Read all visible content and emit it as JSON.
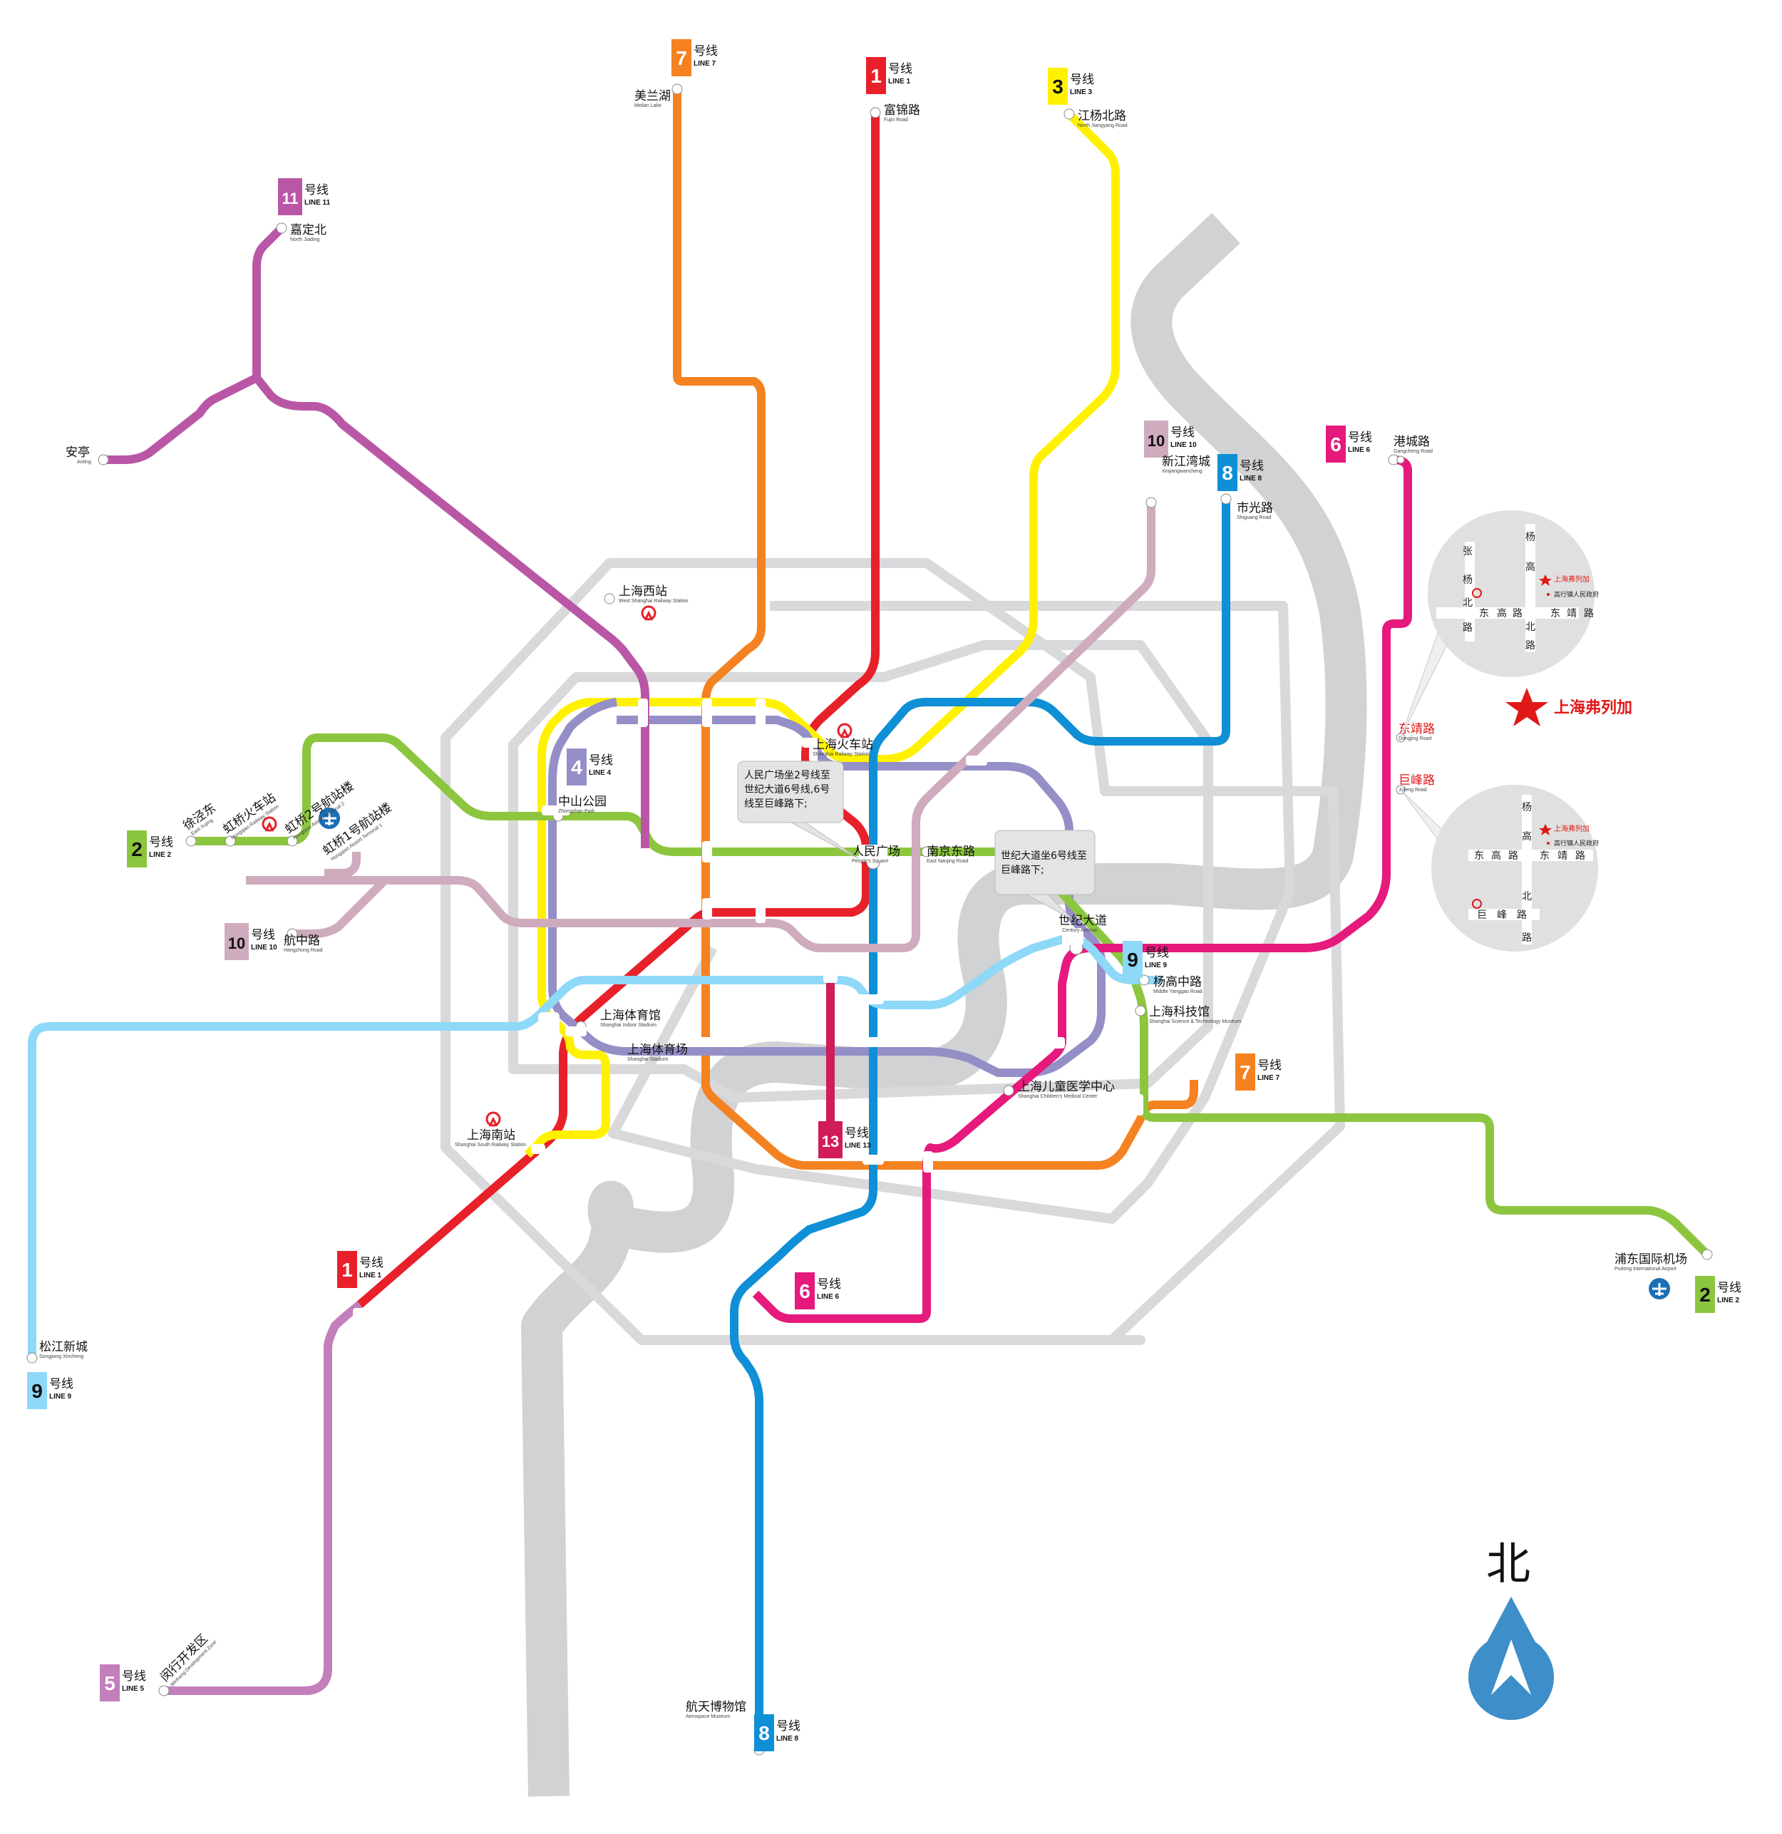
{
  "legend_colors": {
    "line1": "#e8202a",
    "line2": "#8cc63f",
    "line3": "#fff100",
    "line4": "#958fc7",
    "line5": "#c27fbb",
    "line6": "#e6197d",
    "line7": "#f58220",
    "line8": "#0e8fd6",
    "line9": "#8ed8f8",
    "line10": "#cfabbe",
    "line11": "#b957a6",
    "line13": "#d01c58",
    "river": "#d1d2d4",
    "ring_road": "#d9d9db",
    "compass": "#3d8ec9",
    "highlight": "#e01818"
  },
  "badges": {
    "l7_top": {
      "num": "7",
      "cn": "号线",
      "en": "LINE 7"
    },
    "l1_top": {
      "num": "1",
      "cn": "号线",
      "en": "LINE 1"
    },
    "l3_top": {
      "num": "3",
      "cn": "号线",
      "en": "LINE 3"
    },
    "l11_top": {
      "num": "11",
      "cn": "号线",
      "en": "LINE 11"
    },
    "l10_top": {
      "num": "10",
      "cn": "号线",
      "en": "LINE 10"
    },
    "l8_top": {
      "num": "8",
      "cn": "号线",
      "en": "LINE 8"
    },
    "l6_top": {
      "num": "6",
      "cn": "号线",
      "en": "LINE 6"
    },
    "l4": {
      "num": "4",
      "cn": "号线",
      "en": "LINE 4"
    },
    "l2_left": {
      "num": "2",
      "cn": "号线",
      "en": "LINE 2"
    },
    "l10_left": {
      "num": "10",
      "cn": "号线",
      "en": "LINE 10"
    },
    "l9_mid": {
      "num": "9",
      "cn": "号线",
      "en": "LINE 9"
    },
    "l7_right": {
      "num": "7",
      "cn": "号线",
      "en": "LINE 7"
    },
    "l13": {
      "num": "13",
      "cn": "号线",
      "en": "LINE 13"
    },
    "l1_bottom": {
      "num": "1",
      "cn": "号线",
      "en": "LINE 1"
    },
    "l6_bottom": {
      "num": "6",
      "cn": "号线",
      "en": "LINE 6"
    },
    "l2_right": {
      "num": "2",
      "cn": "号线",
      "en": "LINE 2"
    },
    "l9_left": {
      "num": "9",
      "cn": "号线",
      "en": "LINE 9"
    },
    "l5": {
      "num": "5",
      "cn": "号线",
      "en": "LINE 5"
    },
    "l8_bottom": {
      "num": "8",
      "cn": "号线",
      "en": "LINE 8"
    }
  },
  "stations": {
    "meilanhu": {
      "cn": "美兰湖",
      "en": "Meilan Lake"
    },
    "fujinlu": {
      "cn": "富锦路",
      "en": "Fujin Road"
    },
    "jiangyang": {
      "cn": "江杨北路",
      "en": "North Jiangyang Road"
    },
    "jiadingbei": {
      "cn": "嘉定北",
      "en": "North Jiading"
    },
    "anting": {
      "cn": "安亭",
      "en": "Anting"
    },
    "xinjiangwan": {
      "cn": "新江湾城",
      "en": "Xinjiangwancheng"
    },
    "shiguanglu": {
      "cn": "市光路",
      "en": "Shiguang Road"
    },
    "gangchenglu": {
      "cn": "港城路",
      "en": "Gangcheng Road"
    },
    "shxizhan": {
      "cn": "上海西站",
      "en": "West Shanghai Railway Station"
    },
    "shhuoche": {
      "cn": "上海火车站",
      "en": "Shanghai Railway Station"
    },
    "zhongshan": {
      "cn": "中山公园",
      "en": "Zhongshan Park"
    },
    "xujingdong": {
      "cn": "徐泾东",
      "en": "East Xujing"
    },
    "hqhuoche": {
      "cn": "虹桥火车站",
      "en": "Hongqiao Railway Station"
    },
    "hq2": {
      "cn": "虹桥2号航站楼",
      "en": "Hongqiao Airport Terminal 2"
    },
    "hq1": {
      "cn": "虹桥1号航站楼",
      "en": "Hongqiao Airport Terminal 1"
    },
    "renmin": {
      "cn": "人民广场",
      "en": "People's Square"
    },
    "nanjingdong": {
      "cn": "南京东路",
      "en": "East Nanjing Road"
    },
    "shiji": {
      "cn": "世纪大道",
      "en": "Century Avenue"
    },
    "hangzhong": {
      "cn": "航中路",
      "en": "Hangzhong Road"
    },
    "yanggao": {
      "cn": "杨高中路",
      "en": "Middle Yanggao Road"
    },
    "keji": {
      "cn": "上海科技馆",
      "en": "Shanghai Science & Technology Museum"
    },
    "tiyuguan": {
      "cn": "上海体育馆",
      "en": "Shanghai Indoor Stadium"
    },
    "tiyuchang": {
      "cn": "上海体育场",
      "en": "Shanghai Stadium"
    },
    "ertong": {
      "cn": "上海儿童医学中心",
      "en": "Shanghai Children's Medical Center"
    },
    "nanzhan": {
      "cn": "上海南站",
      "en": "Shanghai South Railway Station"
    },
    "pudong": {
      "cn": "浦东国际机场",
      "en": "Pudong International Airport"
    },
    "songjiang": {
      "cn": "松江新城",
      "en": "Songjiang Xincheng"
    },
    "minhang": {
      "cn": "闵行开发区",
      "en": "Minhang Development Zone"
    },
    "hangtian": {
      "cn": "航天博物馆",
      "en": "Aerospace Museum"
    },
    "dongjing": {
      "cn": "东靖路",
      "en": "Dongjing Road"
    },
    "jufeng": {
      "cn": "巨峰路",
      "en": "Jufeng Road"
    }
  },
  "notes": {
    "note1": [
      "人民广场坐2号线至",
      "世纪大道6号线,6号",
      "线至巨峰路下;"
    ],
    "note2": [
      "世纪大道坐6号线至",
      "巨峰路下;"
    ]
  },
  "destination": {
    "label": "上海弗列加"
  },
  "inset_top": {
    "road_v1": [
      "张",
      "杨",
      "北",
      "路"
    ],
    "road_v2": [
      "杨",
      "高",
      "北",
      "路"
    ],
    "road_h1": [
      "东",
      "高",
      "路"
    ],
    "road_h2": [
      "东",
      "靖",
      "路"
    ],
    "poi1": "上海弗列加",
    "poi2": "高行镇人民政府"
  },
  "inset_bottom": {
    "road_v": [
      "杨",
      "高",
      "北",
      "路"
    ],
    "road_h1": [
      "东",
      "高",
      "路"
    ],
    "road_h2": [
      "东",
      "靖",
      "路"
    ],
    "road_h3": [
      "巨",
      "峰",
      "路"
    ],
    "poi1": "上海弗列加",
    "poi2": "高行镇人民政府"
  },
  "compass": {
    "label": "北"
  }
}
